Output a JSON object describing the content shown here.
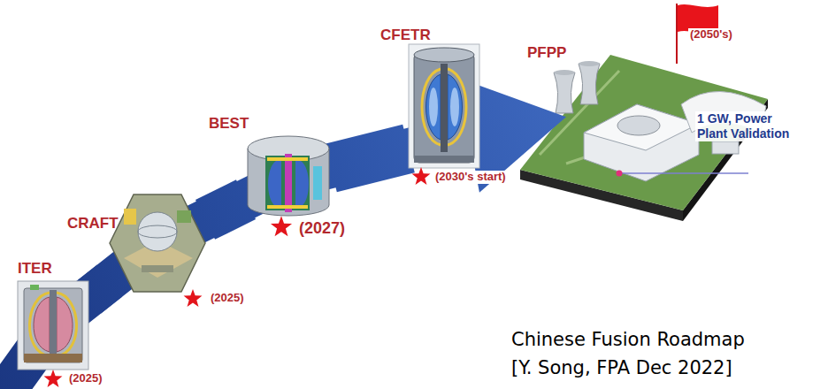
{
  "diagram": {
    "caption": "Chinese Fusion Roadmap [Y. Song, FPA Dec 2022]",
    "nodes": [
      {
        "text": [
          "ITER",
          "(2025)"
        ]
      },
      {
        "text": [
          "CRAFT",
          "(2025)"
        ]
      },
      {
        "text": [
          "BEST",
          "(2027)"
        ]
      },
      {
        "text": [
          "CFETR",
          "(2030's start)"
        ]
      },
      {
        "text": [
          "PFPP",
          "(2050's)",
          "1 GW, Power Plant Validation"
        ]
      }
    ],
    "edges": [
      {
        "from": 0,
        "to": 1,
        "arrow": "none"
      },
      {
        "from": 1,
        "to": 2,
        "arrow": "none"
      },
      {
        "from": 2,
        "to": 3,
        "arrow": "none"
      },
      {
        "from": 3,
        "to": 4,
        "arrow": "to"
      }
    ]
  }
}
